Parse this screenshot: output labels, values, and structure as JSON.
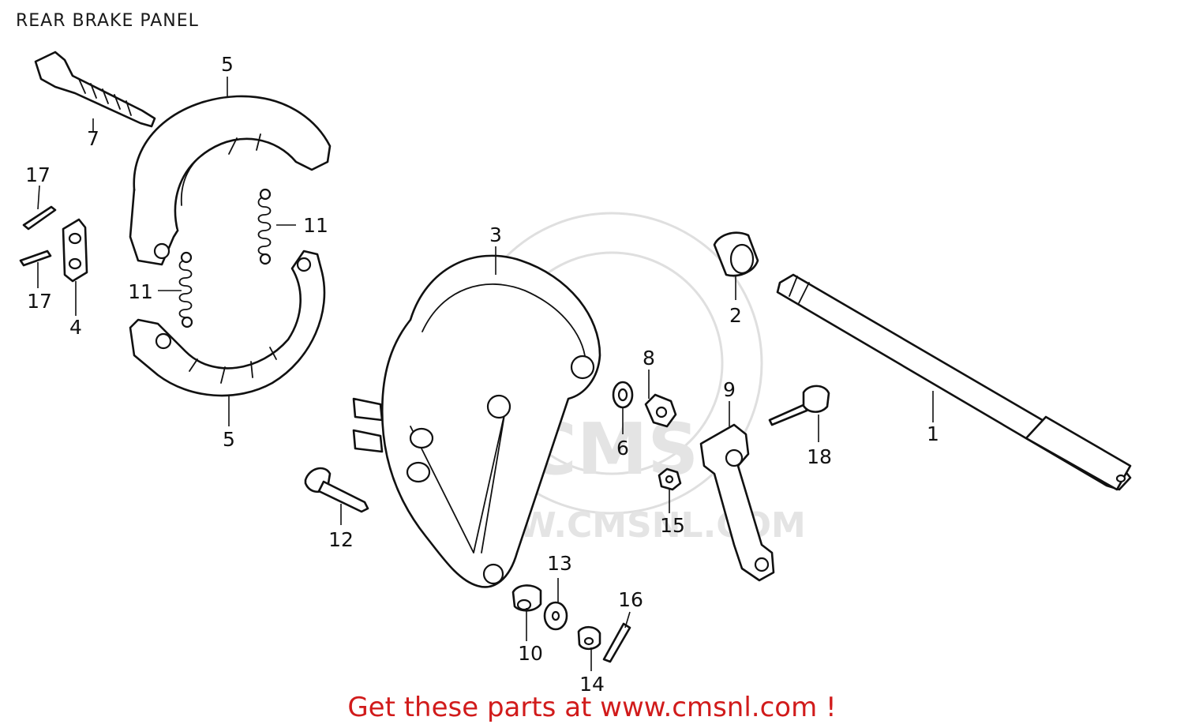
{
  "diagram": {
    "title": "REAR BRAKE PANEL",
    "callouts": {
      "p1": "1",
      "p2": "2",
      "p3": "3",
      "p4": "4",
      "p5a": "5",
      "p5b": "5",
      "p6": "6",
      "p7": "7",
      "p8": "8",
      "p9": "9",
      "p10": "10",
      "p11a": "11",
      "p11b": "11",
      "p12": "12",
      "p13": "13",
      "p14": "14",
      "p15": "15",
      "p16": "16",
      "p17a": "17",
      "p17b": "17",
      "p18": "18"
    }
  },
  "watermark": {
    "text": "WWW.CMSNL.COM",
    "logo": "CMS"
  },
  "footer": {
    "link_text": "Get these parts at www.cmsnl.com !"
  },
  "colors": {
    "footer_text": "#d11b1b",
    "line_art": "#111111",
    "watermark": "#e2e2e2"
  }
}
